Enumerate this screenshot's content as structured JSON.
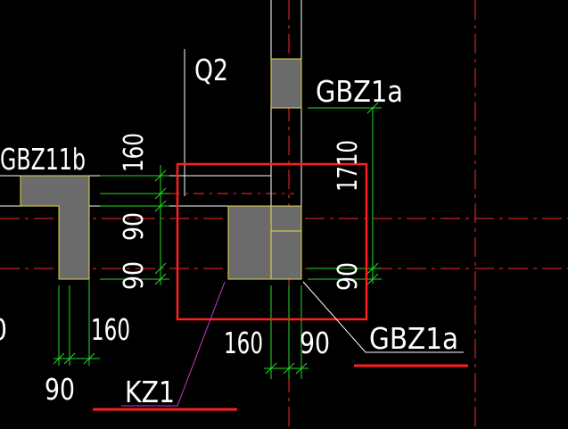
{
  "colors": {
    "background": "#000000",
    "axis_red": "#ff2a2a",
    "wall_white": "#ffffff",
    "dimension_green": "#22dd22",
    "column_fill": "#6b6b6b",
    "column_outline": "#e6d84a",
    "leader_magenta": "#c83cc8",
    "highlight_box": "#ff1e1e"
  },
  "labels": {
    "wall_q2": "Q2",
    "gbz1a_top": "GBZ1a",
    "gbz11b": "GBZ11b",
    "gbz1a_bottom": "GBZ1a",
    "kz1": "KZ1"
  },
  "dimensions": {
    "dim_160_vertical": "160",
    "dim_90_vertical_upper": "90",
    "dim_90_vertical_lower": "90",
    "dim_1710_vertical": "1710",
    "dim_90_vertical_right": "90",
    "dim_160_left": "160",
    "dim_0_partial": "0",
    "dim_90_bottom_left": "90",
    "dim_160_bottom_center": "160",
    "dim_90_bottom_center": "90"
  }
}
